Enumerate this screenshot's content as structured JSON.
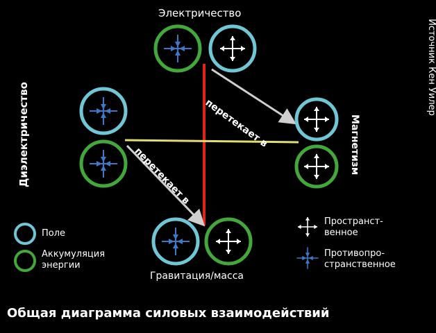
{
  "labels": {
    "electricity": "Электричество",
    "dielectricity": "Диэлектричество",
    "magnetism": "Магнетизм",
    "gravitation": "Гравитация/масса",
    "flows_into_1": "перетекает в",
    "flows_into_2": "перетекает в",
    "source": "Источник Кен Уилер"
  },
  "legend": {
    "field": "Поле",
    "accumulation_line1": "Аккумуляция",
    "accumulation_line2": "энергии",
    "spatial_line1": "Пространст-",
    "spatial_line2": "венное",
    "counter_line1": "Противопро-",
    "counter_line2": "странственное"
  },
  "caption": "Общая диаграмма силовых взаимодействий",
  "colors": {
    "field_ring": "#6fc7d6",
    "accumulation_ring": "#43a83a",
    "red_line": "#e2231a",
    "yellow_line": "#e4dc72",
    "counter_arrow": "#3f77c9",
    "spatial_arrow": "#ffffff"
  }
}
